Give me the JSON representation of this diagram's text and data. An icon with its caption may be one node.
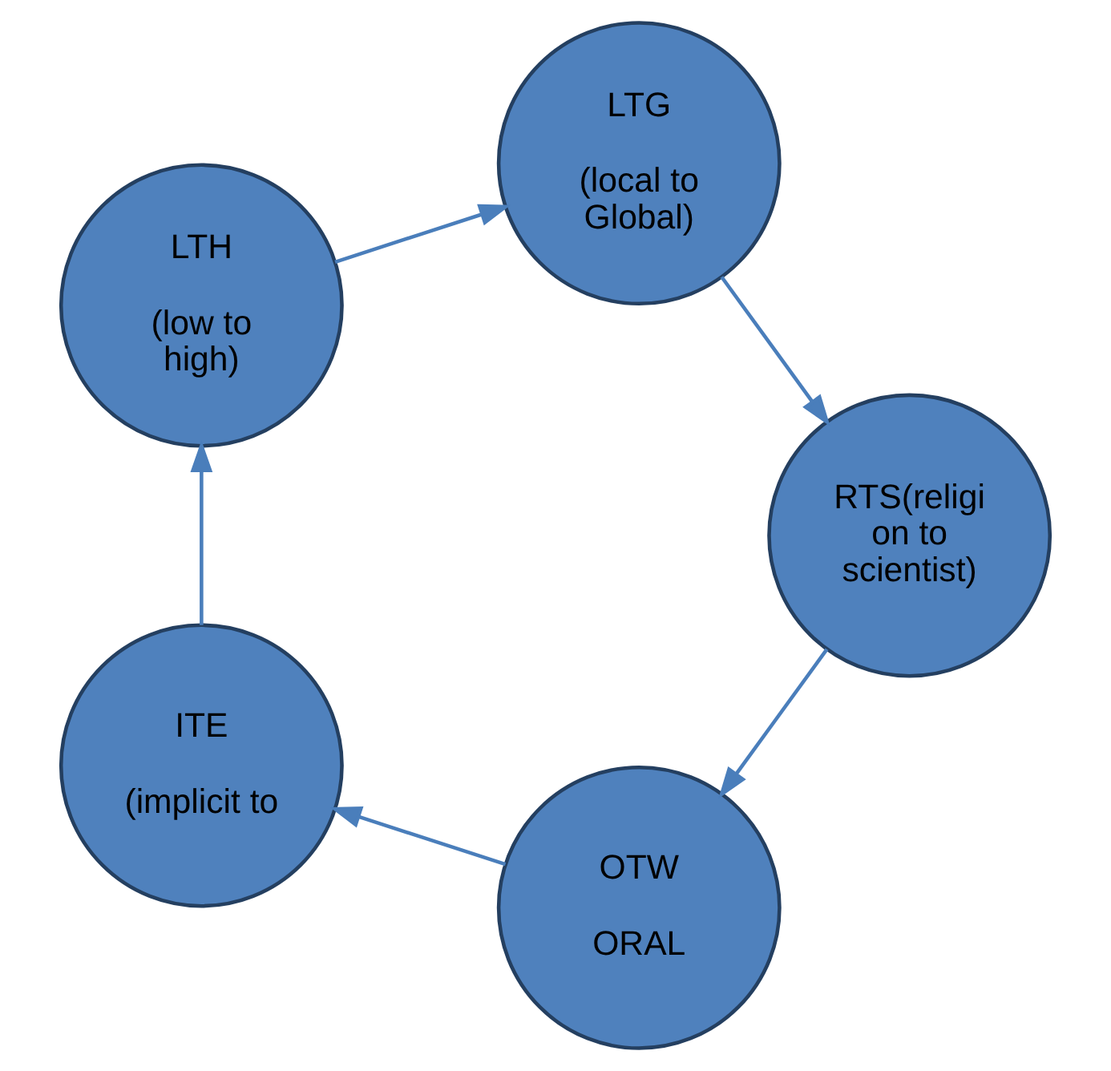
{
  "diagram": {
    "nodes": [
      {
        "text": [
          "OTW",
          "ORAL"
        ]
      },
      {
        "text": [
          "ITE",
          "(implicit to"
        ]
      },
      {
        "text": [
          "LTH",
          "(low to high)"
        ]
      },
      {
        "text": [
          "LTG",
          "(local to Global)"
        ]
      },
      {
        "text": [
          "RTS(religi on to scientist)"
        ]
      }
    ],
    "edges": [
      {
        "from": 0,
        "to": 1,
        "arrow": "to"
      },
      {
        "from": 1,
        "to": 2,
        "arrow": "to"
      },
      {
        "from": 2,
        "to": 3,
        "arrow": "to"
      },
      {
        "from": 3,
        "to": 4,
        "arrow": "to"
      },
      {
        "from": 4,
        "to": 0,
        "arrow": "to"
      }
    ]
  }
}
